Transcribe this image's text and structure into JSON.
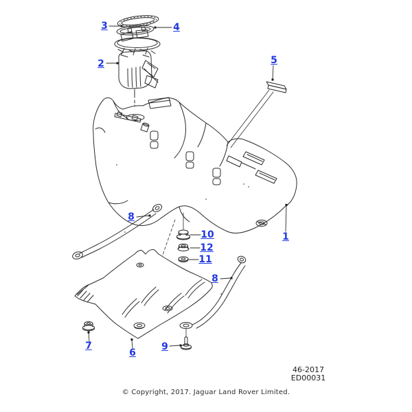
{
  "colors": {
    "accent": "#2139e0",
    "line_art": "#2a2a2a",
    "background": "#ffffff"
  },
  "callouts": {
    "c1": {
      "label": "1"
    },
    "c2": {
      "label": "2"
    },
    "c3": {
      "label": "3"
    },
    "c4": {
      "label": "4"
    },
    "c5": {
      "label": "5"
    },
    "c6": {
      "label": "6"
    },
    "c7": {
      "label": "7"
    },
    "c8_left": {
      "label": "8"
    },
    "c8_right": {
      "label": "8"
    },
    "c9": {
      "label": "9"
    },
    "c10": {
      "label": "10"
    },
    "c11": {
      "label": "11"
    },
    "c12": {
      "label": "12"
    }
  },
  "doc_ref": {
    "line1": "46-2017",
    "line2": "ED00031"
  },
  "footer": {
    "copyright": "© Copyright, 2017. Jaguar Land Rover Limited."
  }
}
